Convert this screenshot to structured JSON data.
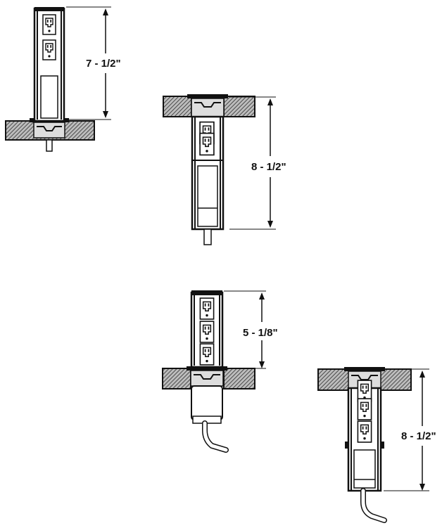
{
  "dimensions": {
    "unit_a": "7 - 1/2\"",
    "unit_b": "8 - 1/2\"",
    "unit_c": "5 - 1/8\"",
    "unit_d": "8 - 1/2\""
  },
  "colors": {
    "ink": "#111111",
    "hatch": "#6e6e6e",
    "paper": "#ffffff"
  }
}
